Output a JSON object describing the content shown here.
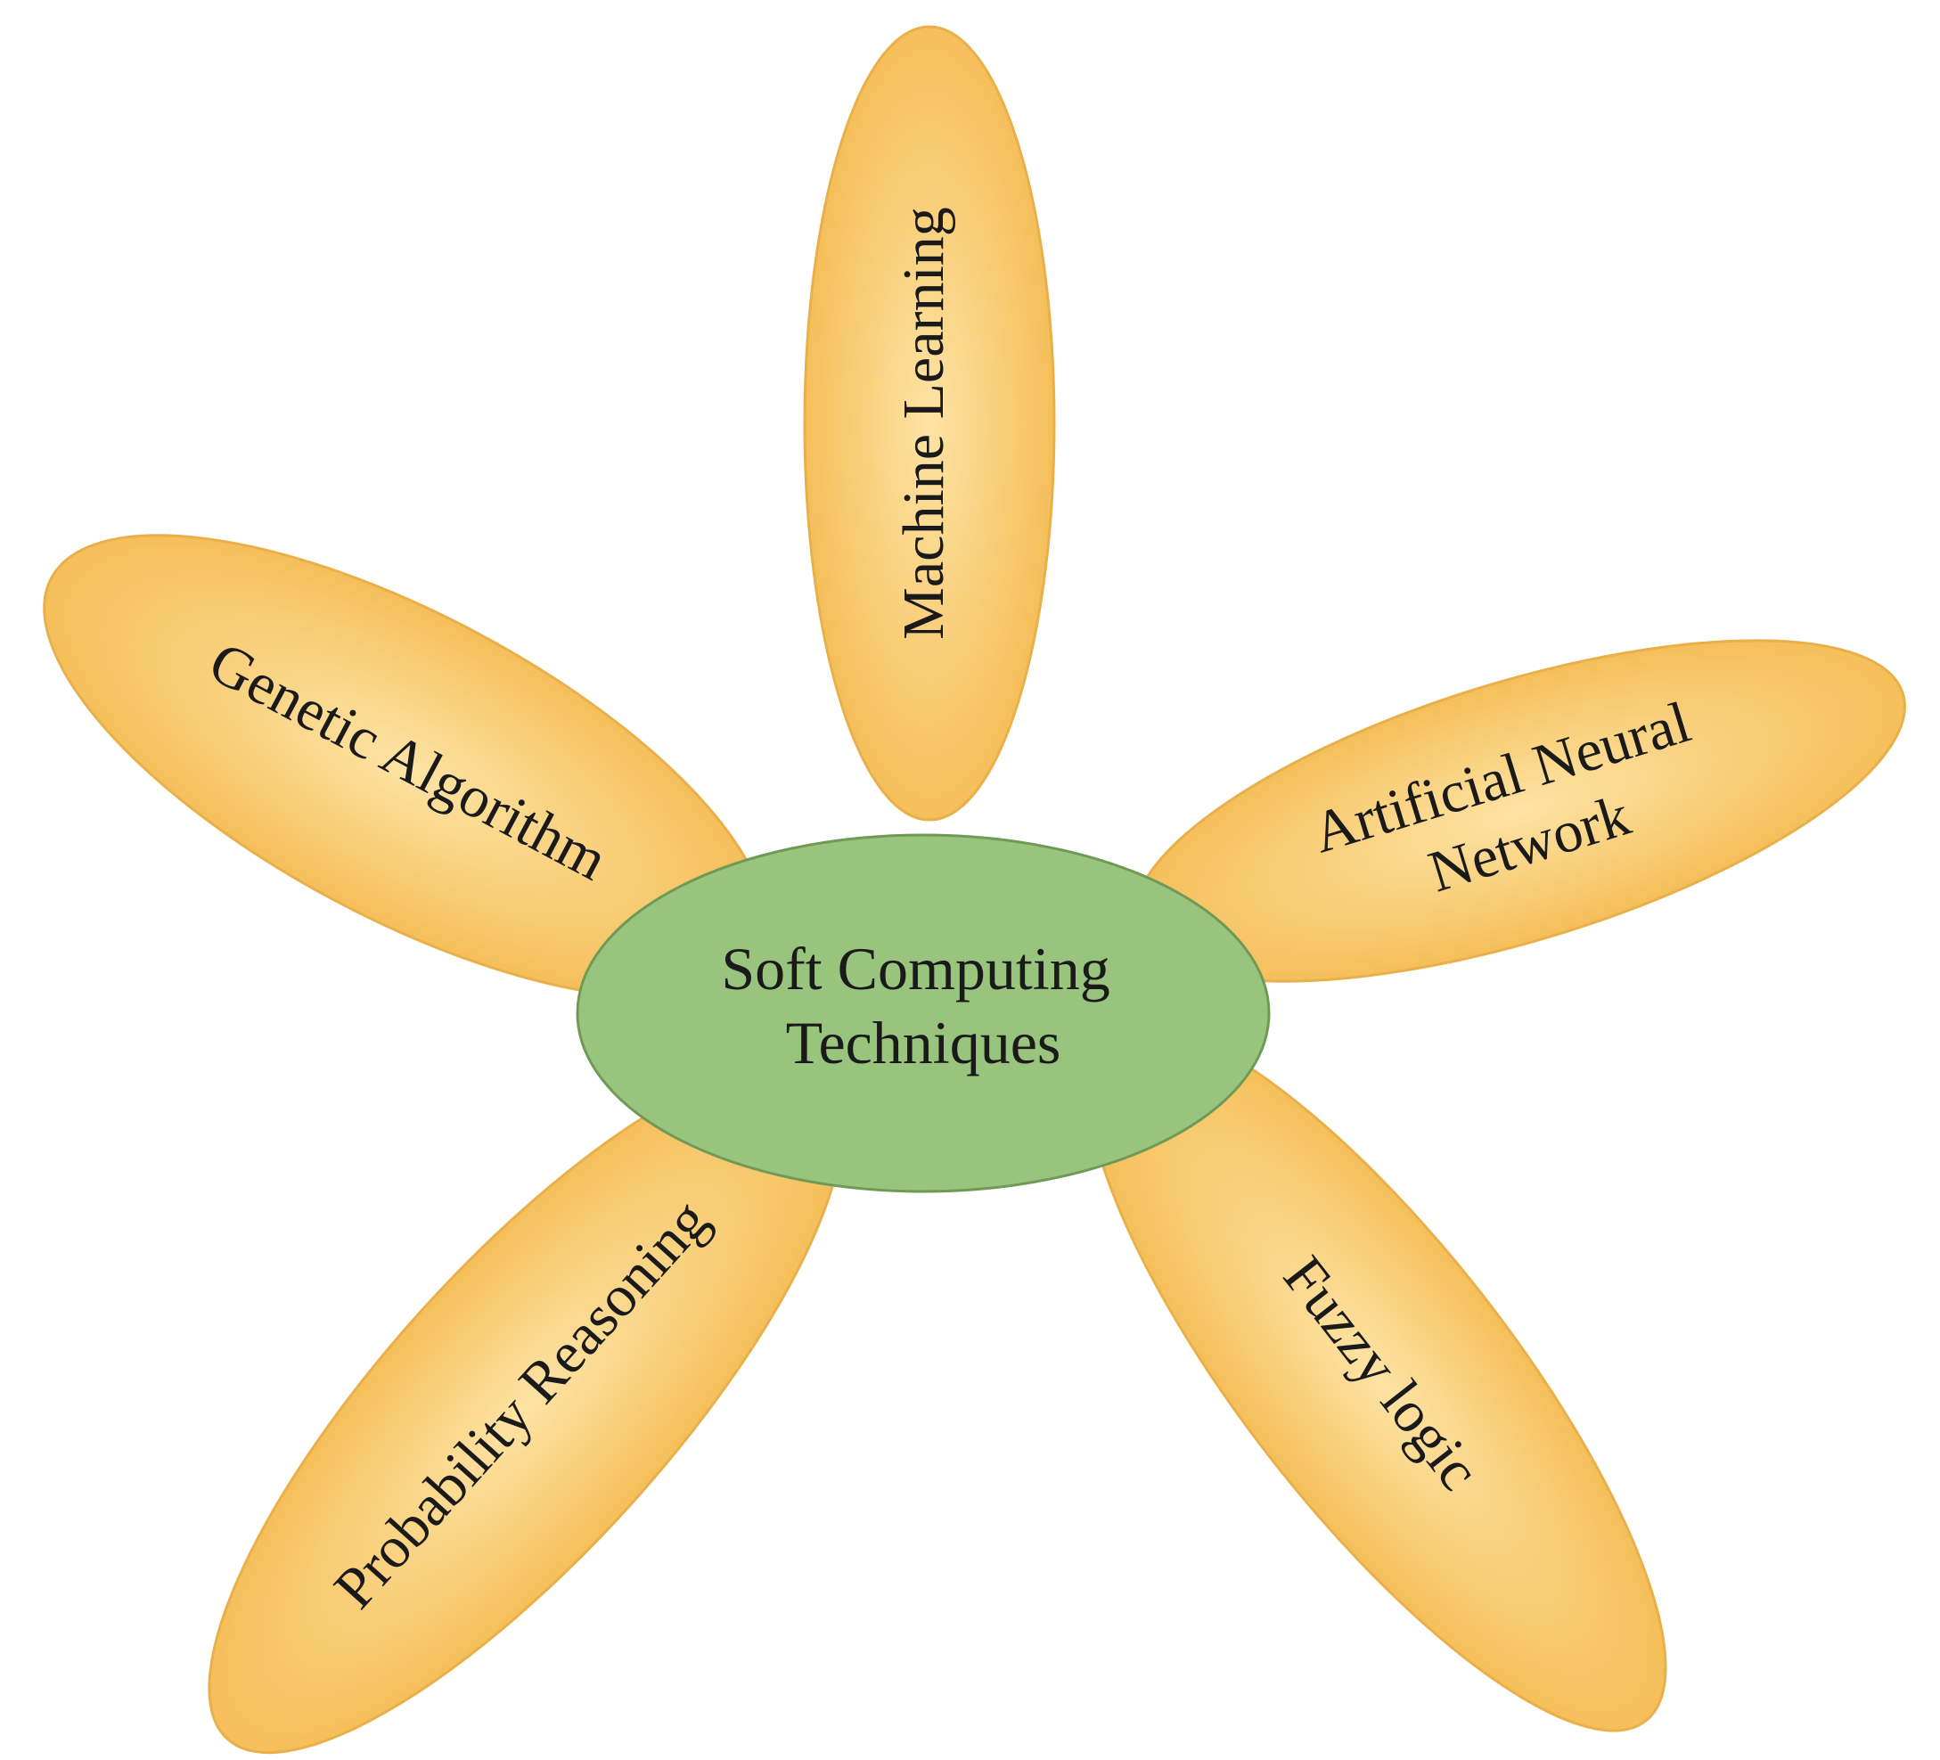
{
  "diagram": {
    "center": {
      "label_lines": [
        "Soft Computing",
        "Techniques"
      ]
    },
    "petals": [
      {
        "id": "machine-learning",
        "label_lines": [
          "Machine  Learning"
        ]
      },
      {
        "id": "artificial-neural-network",
        "label_lines": [
          "Artificial Neural",
          "Network"
        ]
      },
      {
        "id": "fuzzy-logic",
        "label_lines": [
          "Fuzzy  logic"
        ]
      },
      {
        "id": "probability-reasoning",
        "label_lines": [
          "Probability Reasoning"
        ]
      },
      {
        "id": "genetic-algorithm",
        "label_lines": [
          "Genetic  Algorithm"
        ]
      }
    ]
  },
  "colors": {
    "petal_fill_light": "#fde3a4",
    "petal_fill_dark": "#f5bf5a",
    "petal_stroke": "#e9b04a",
    "center_fill": "#99c47e",
    "center_stroke": "#6f9a55",
    "text": "#1a1a1a"
  }
}
